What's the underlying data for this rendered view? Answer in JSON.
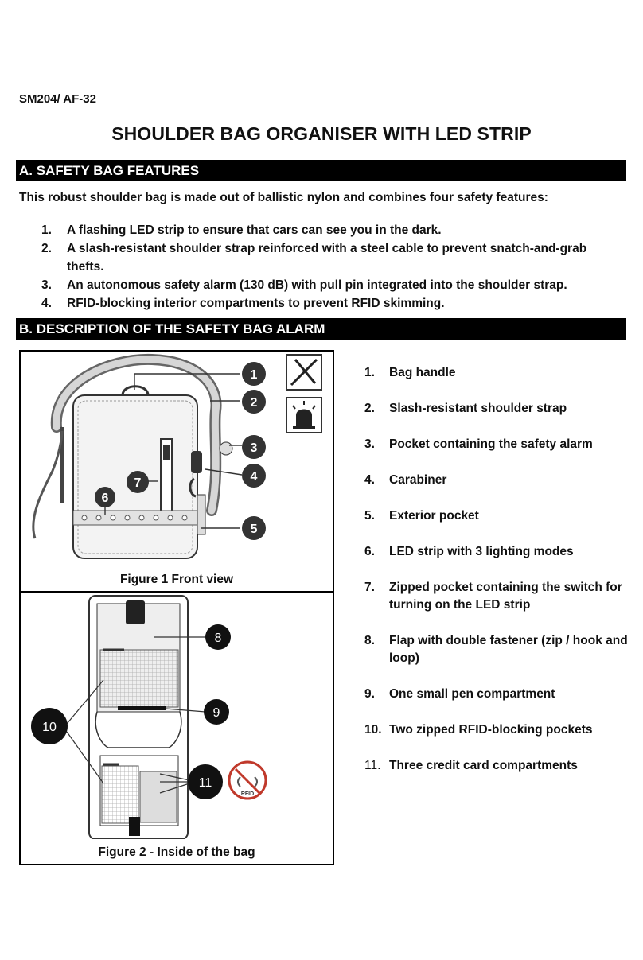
{
  "header": {
    "code": "SM204/ AF-32",
    "title": "SHOULDER BAG ORGANISER WITH LED STRIP"
  },
  "section_a": {
    "heading": "A. SAFETY BAG FEATURES",
    "intro": "This robust shoulder bag is made out of ballistic nylon and combines four safety features:",
    "features": [
      {
        "num": "1.",
        "text": "A flashing LED strip to ensure that cars can see you in the dark."
      },
      {
        "num": "2.",
        "text": "A slash-resistant shoulder strap reinforced with a steel cable to prevent snatch-and-grab thefts."
      },
      {
        "num": "3.",
        "text": "An autonomous safety alarm (130 dB) with pull pin integrated into the shoulder strap."
      },
      {
        "num": "4.",
        "text": "RFID-blocking interior compartments to prevent RFID skimming."
      }
    ]
  },
  "section_b": {
    "heading": "B. DESCRIPTION OF THE SAFETY BAG ALARM",
    "figure1_caption": "Figure 1 Front view",
    "figure2_caption": "Figure 2 - Inside of the bag",
    "callouts": [
      "1",
      "2",
      "3",
      "4",
      "5",
      "6",
      "7",
      "8",
      "9",
      "10",
      "11"
    ],
    "rfid_label": "RFID",
    "parts": [
      {
        "num": "1.",
        "text": "Bag handle"
      },
      {
        "num": "2.",
        "text": "Slash-resistant shoulder strap"
      },
      {
        "num": "3.",
        "text": "Pocket containing the safety alarm"
      },
      {
        "num": "4.",
        "text": "Carabiner"
      },
      {
        "num": "5.",
        "text": "Exterior pocket"
      },
      {
        "num": "6.",
        "text": "LED strip with 3 lighting modes"
      },
      {
        "num": "7.",
        "text": "Zipped pocket containing the switch for turning on the LED strip"
      },
      {
        "num": "8.",
        "text": "Flap with double fastener (zip / hook and loop)"
      },
      {
        "num": "9.",
        "text": "One small pen compartment"
      },
      {
        "num": "10.",
        "text": "Two zipped RFID-blocking pockets"
      },
      {
        "num": "11.",
        "text": "Three credit card compartments"
      }
    ]
  }
}
